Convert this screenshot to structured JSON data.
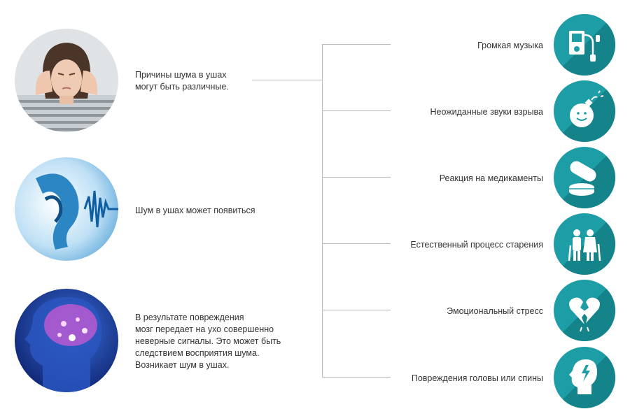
{
  "accent": "#1d9ea6",
  "accent_dark": "#15838a",
  "left_items": [
    {
      "text": "Причины шума в ушах\nмогут быть различные.",
      "image": "woman-covering-ears-photo"
    },
    {
      "text": "Шум в ушах может появиться",
      "image": "ear-sound-wave-image"
    },
    {
      "text": "В результате  повреждения\nмозг передает на ухо совершенно\nневерные сигналы. Это может быть\nследствием восприятия шума.\nВозникает шум в ушах.",
      "image": "brain-head-image"
    }
  ],
  "causes": [
    {
      "label": "Громкая музыка",
      "icon": "music-player-icon"
    },
    {
      "label": "Неожиданные звуки взрыва",
      "icon": "bomb-icon"
    },
    {
      "label": "Реакция на медикаменты",
      "icon": "pills-icon"
    },
    {
      "label": "Естественный процесс старения",
      "icon": "elderly-couple-icon"
    },
    {
      "label": "Эмоциональный стресс",
      "icon": "broken-heart-icon"
    },
    {
      "label": "Повреждения головы или спины",
      "icon": "head-injury-icon"
    }
  ]
}
